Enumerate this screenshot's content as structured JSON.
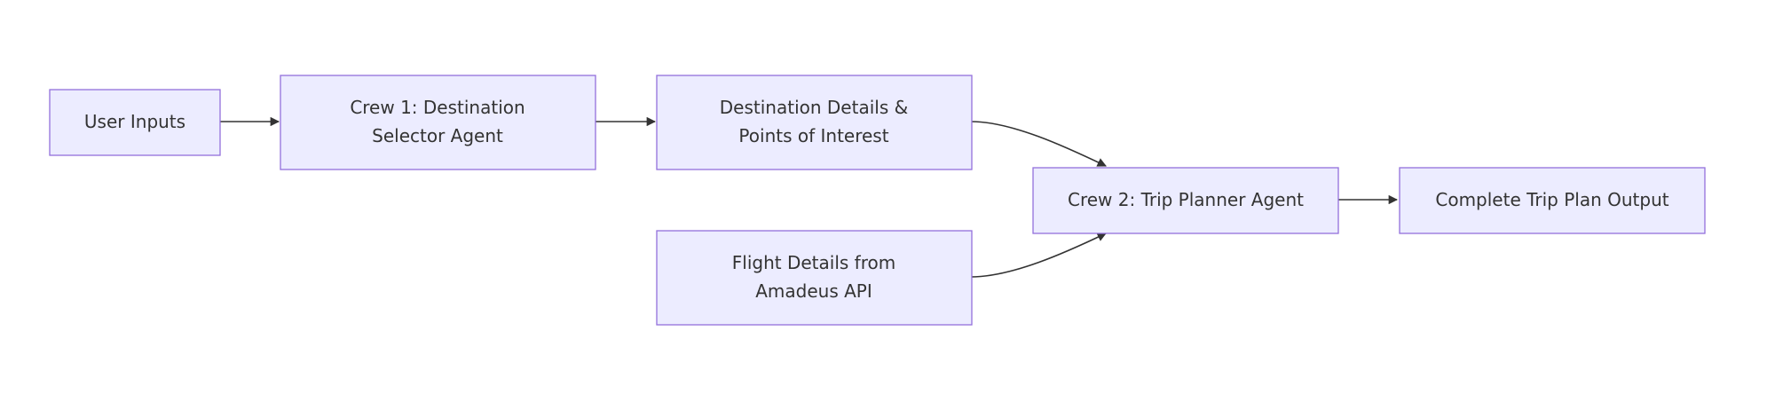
{
  "diagram": {
    "type": "flowchart",
    "direction": "left-to-right",
    "colors": {
      "node_fill": "#ececff",
      "node_border": "#9370db",
      "text": "#333333",
      "edge": "#333333",
      "background": "#ffffff"
    },
    "nodes": {
      "user_inputs": {
        "lines": [
          "User Inputs"
        ]
      },
      "crew1": {
        "lines": [
          "Crew 1: Destination",
          "Selector Agent"
        ]
      },
      "destination_details": {
        "lines": [
          "Destination Details &",
          "Points of Interest"
        ]
      },
      "flight_details": {
        "lines": [
          "Flight Details from",
          "Amadeus API"
        ]
      },
      "crew2": {
        "lines": [
          "Crew 2: Trip Planner Agent"
        ]
      },
      "output": {
        "lines": [
          "Complete Trip Plan Output"
        ]
      }
    },
    "edges": [
      {
        "from": "user_inputs",
        "to": "crew1"
      },
      {
        "from": "crew1",
        "to": "destination_details"
      },
      {
        "from": "destination_details",
        "to": "crew2"
      },
      {
        "from": "flight_details",
        "to": "crew2"
      },
      {
        "from": "crew2",
        "to": "output"
      }
    ]
  }
}
